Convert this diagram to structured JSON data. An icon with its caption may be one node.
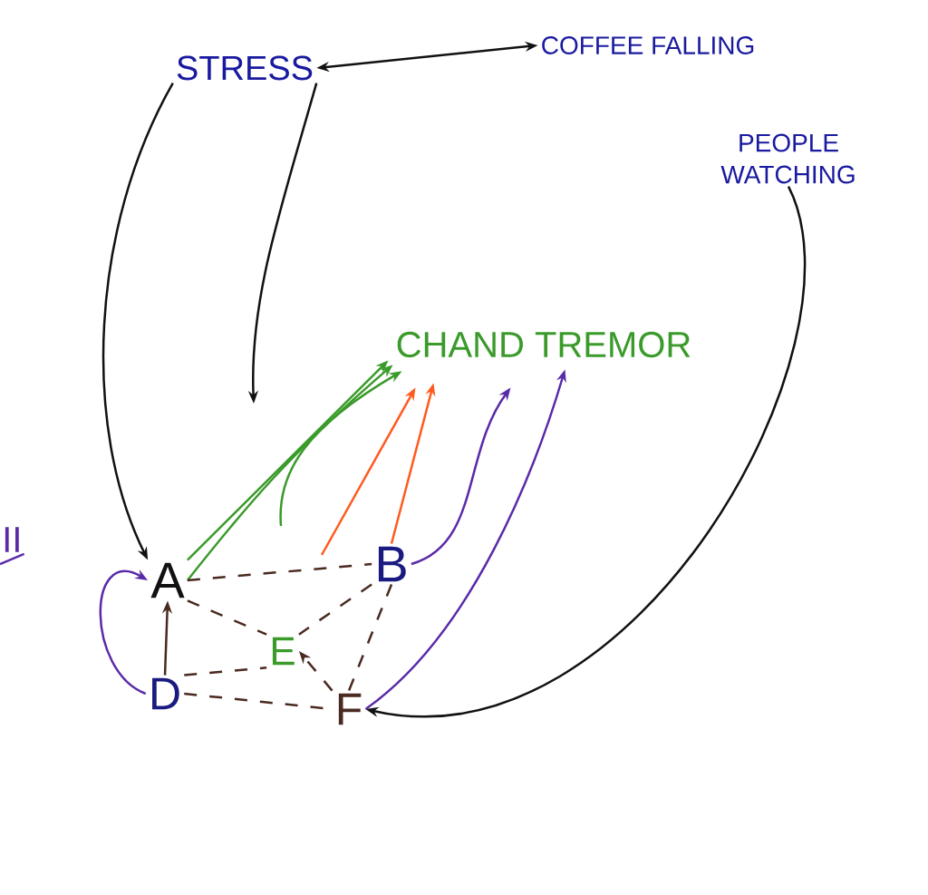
{
  "diagram": {
    "nodes": [
      {
        "text": [
          "STRESS"
        ]
      },
      {
        "text": [
          "COFFEE FALLING"
        ]
      },
      {
        "text": [
          "PEOPLE WATCHING"
        ]
      },
      {
        "text": [
          "CHAND TREMOR"
        ]
      },
      {
        "text": [
          "A"
        ]
      },
      {
        "text": [
          "B"
        ]
      },
      {
        "text": [
          "E"
        ]
      },
      {
        "text": [
          "D"
        ]
      },
      {
        "text": [
          "F"
        ]
      }
    ],
    "edges": [
      {
        "from": 0,
        "to": 1,
        "arrow": "both",
        "color": "#111111"
      },
      {
        "from": 0,
        "to": 4,
        "arrow": "to",
        "color": "#111111"
      },
      {
        "from": 0,
        "to": null,
        "arrow": "to",
        "color": "#111111"
      },
      {
        "from": 2,
        "to": 8,
        "arrow": "to",
        "color": "#111111"
      },
      {
        "from": 4,
        "to": 3,
        "arrow": "to",
        "color": "#3a9a2a"
      },
      {
        "from": 4,
        "to": 3,
        "arrow": "to",
        "color": "#3a9a2a"
      },
      {
        "from": null,
        "to": 3,
        "arrow": "to",
        "color": "#3a9a2a"
      },
      {
        "from": null,
        "to": 3,
        "arrow": "to",
        "color": "#ff5a1f"
      },
      {
        "from": 5,
        "to": 3,
        "arrow": "to",
        "color": "#ff5a1f"
      },
      {
        "from": 5,
        "to": 3,
        "arrow": "to",
        "color": "#5a2aa8"
      },
      {
        "from": 8,
        "to": 3,
        "arrow": "to",
        "color": "#5a2aa8"
      },
      {
        "from": 7,
        "to": 4,
        "arrow": "to",
        "color": "#5a2aa8"
      },
      {
        "from": 7,
        "to": 4,
        "arrow": "to"
      },
      {
        "from": 4,
        "to": 5,
        "arrow": "none",
        "style": "dashed"
      },
      {
        "from": 4,
        "to": 6,
        "arrow": "none",
        "style": "dashed"
      },
      {
        "from": 5,
        "to": 6,
        "arrow": "none",
        "style": "dashed"
      },
      {
        "from": 8,
        "to": 6,
        "arrow": "to",
        "style": "dashed"
      },
      {
        "from": 7,
        "to": 6,
        "arrow": "none",
        "style": "dashed"
      },
      {
        "from": 7,
        "to": 8,
        "arrow": "none",
        "style": "dashed"
      },
      {
        "from": 5,
        "to": 8,
        "arrow": "none",
        "style": "dashed"
      }
    ],
    "labels": [
      "II"
    ]
  }
}
